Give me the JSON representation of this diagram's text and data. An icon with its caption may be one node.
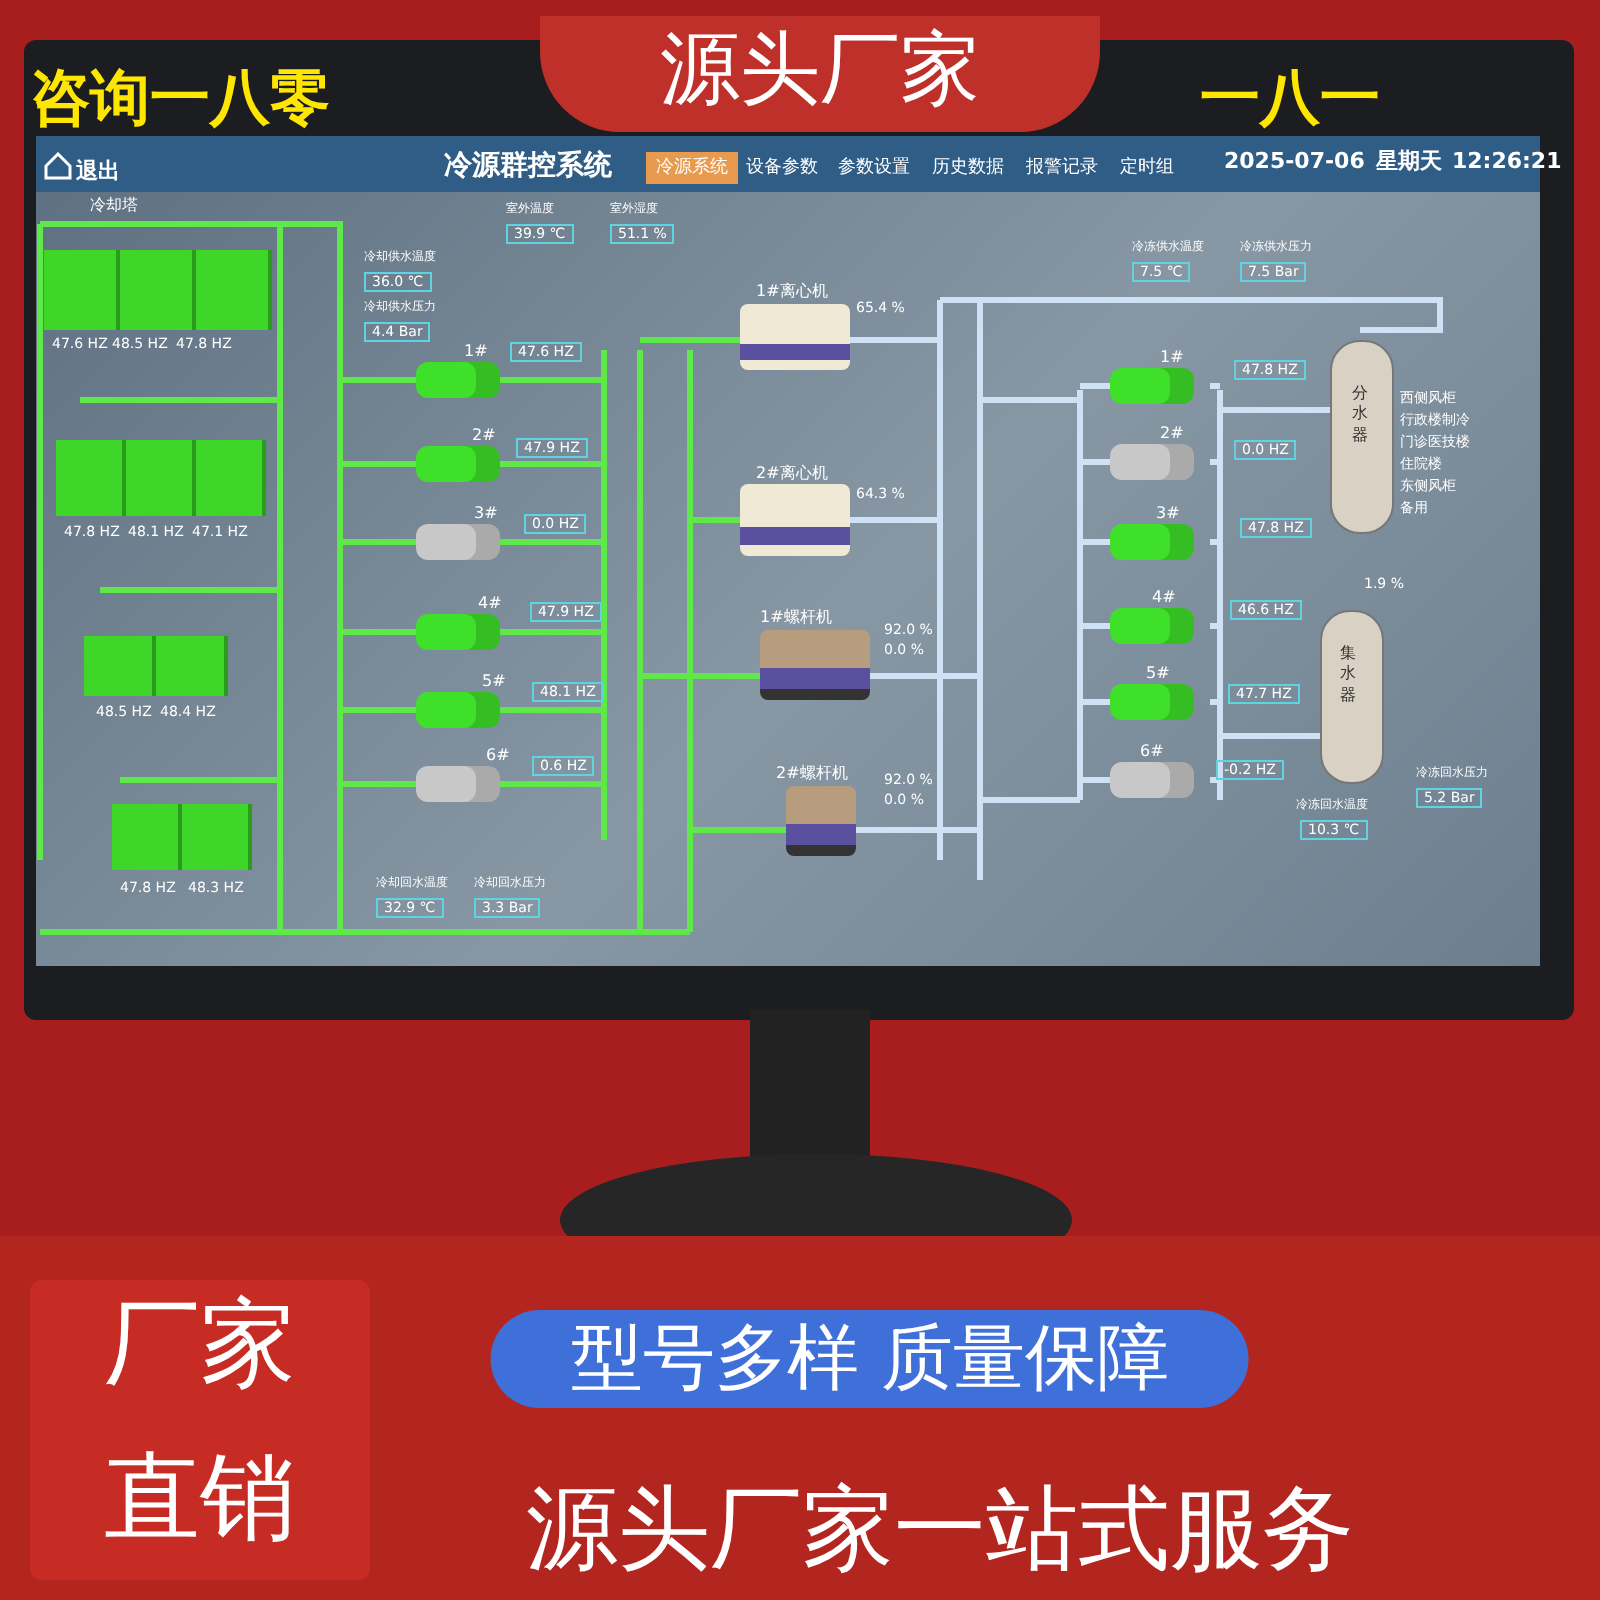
{
  "diagram": {
    "labels": [
      "咨询一八零",
      "源头厂家",
      "一八一",
      "退出",
      "冷源群控系统",
      "冷源系统",
      "设备参数",
      "参数设置",
      "历史数据",
      "报警记录",
      "定时组",
      "2025-07-06",
      "星期天",
      "12:26:21",
      "冷却塔",
      "室外温度",
      "39.9 ℃",
      "室外湿度",
      "51.1 %",
      "冷却供水温度",
      "36.0 ℃",
      "冷却供水压力",
      "4.4 Bar",
      "1#离心机",
      "65.4 %",
      "冷冻供水温度",
      "7.5 ℃",
      "冷冻供水压力",
      "7.5 Bar",
      "47.6 HZ",
      "48.5 HZ",
      "47.8 HZ",
      "1#",
      "47.6 HZ",
      "1#",
      "47.8 HZ",
      "西侧风柜",
      "行政楼制冷",
      "门诊医技楼",
      "住院楼",
      "东侧风柜",
      "备用",
      "分水器",
      "2#",
      "47.9 HZ",
      "2#",
      "0.0 HZ",
      "2#离心机",
      "64.3 %",
      "47.8 HZ",
      "48.1 HZ",
      "47.1 HZ",
      "3#",
      "0.0 HZ",
      "3#",
      "47.8 HZ",
      "1.9 %",
      "4#",
      "47.9 HZ",
      "4#",
      "46.6 HZ",
      "1#螺杆机",
      "92.0 %",
      "0.0 %",
      "集水器",
      "5#",
      "48.1 HZ",
      "5#",
      "47.7 HZ",
      "48.5 HZ",
      "48.4 HZ",
      "6#",
      "0.6 HZ",
      "6#",
      "-0.2 HZ",
      "冷冻回水压力",
      "5.2 Bar",
      "2#螺杆机",
      "92.0 %",
      "0.0 %",
      "冷冻回水温度",
      "10.3 ℃",
      "47.8 HZ",
      "48.3 HZ",
      "冷却回水温度",
      "32.9 ℃",
      "冷却回水压力",
      "3.3 Bar",
      "厂家",
      "型号多样 质量保障",
      "直销",
      "源头厂家一站式服务"
    ]
  }
}
